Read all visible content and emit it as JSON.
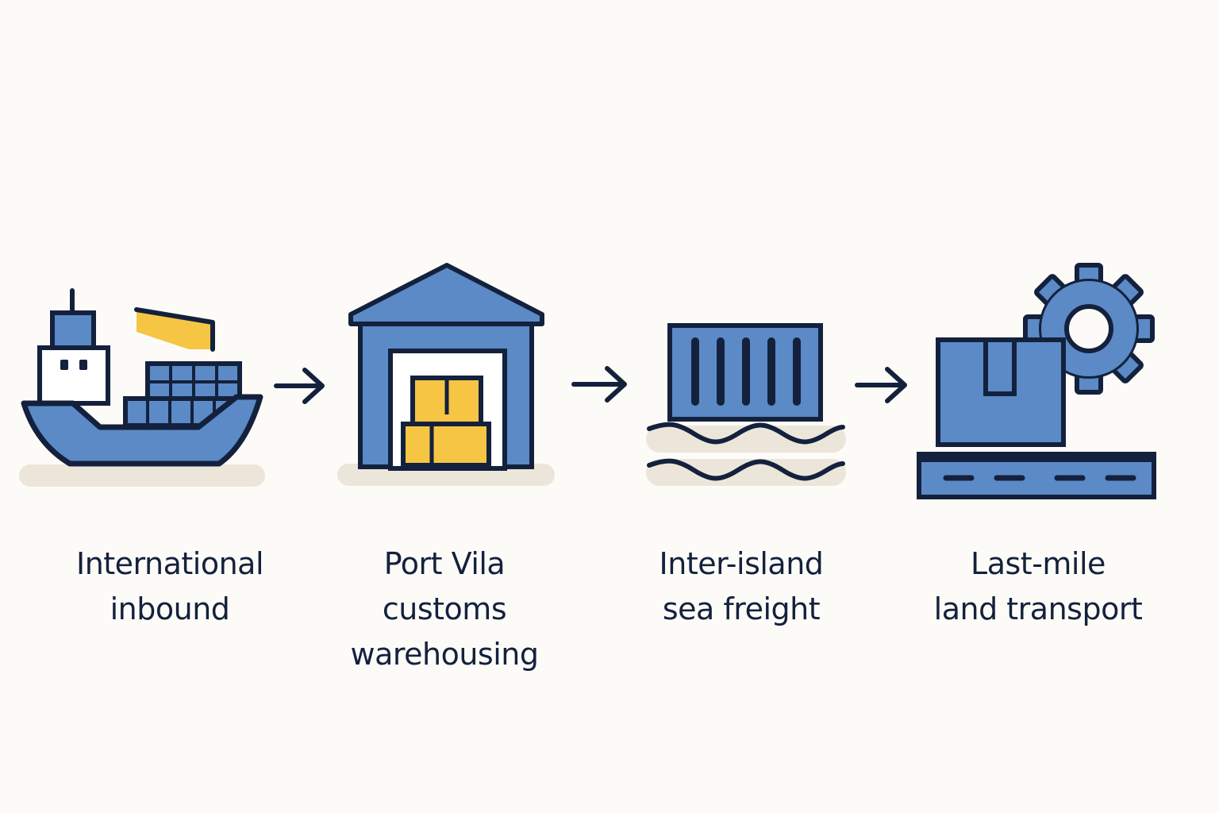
{
  "colors": {
    "primary_blue": "#5b8ac6",
    "outline_navy": "#14213d",
    "accent_yellow": "#f6c544",
    "ground_beige": "#ece6da",
    "background": "#fcfbf8",
    "cab_white": "#ffffff"
  },
  "steps": [
    {
      "icon": "cargo-ship-icon",
      "label_lines": [
        "International",
        "inbound"
      ]
    },
    {
      "icon": "warehouse-icon",
      "label_lines": [
        "Port Vila",
        "customs",
        "warehousing"
      ]
    },
    {
      "icon": "container-on-waves-icon",
      "label_lines": [
        "Inter-island",
        "sea freight"
      ]
    },
    {
      "icon": "box-gear-conveyor-icon",
      "label_lines": [
        "Last-mile",
        "land transport"
      ]
    }
  ],
  "connectors": [
    "arrow-right-icon",
    "arrow-right-icon",
    "arrow-right-icon"
  ]
}
